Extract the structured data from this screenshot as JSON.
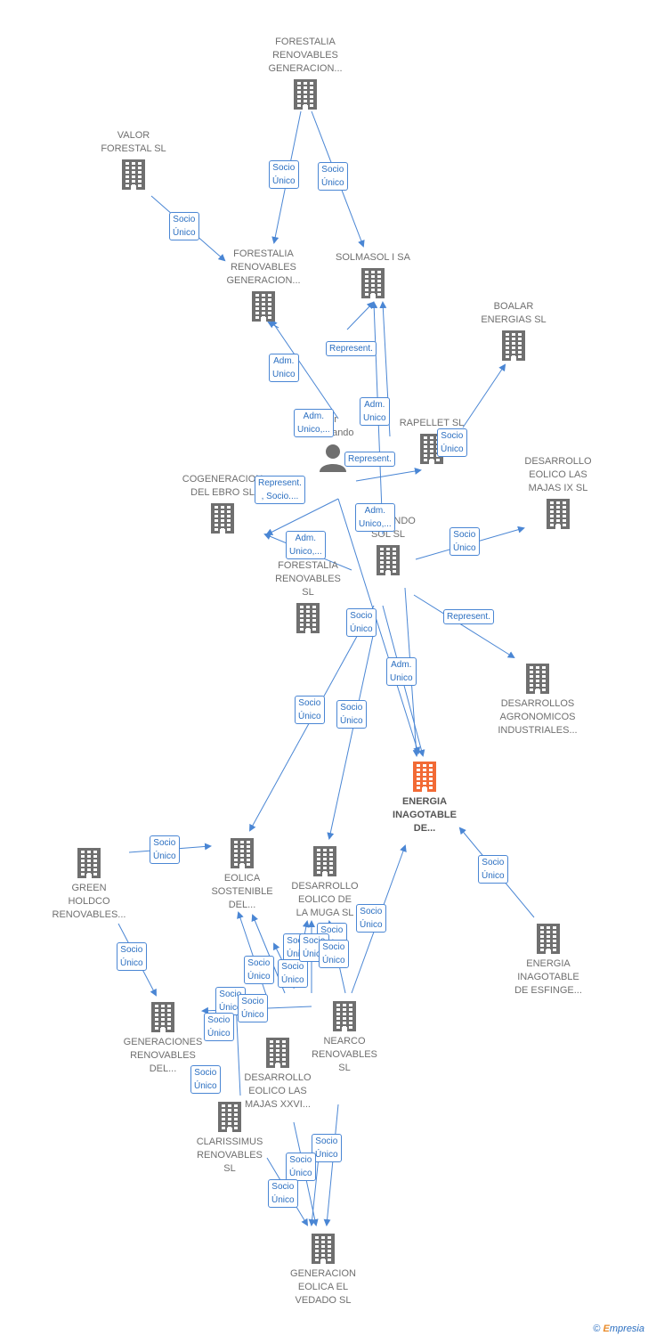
{
  "nodes": [
    {
      "id": "forestalia_top",
      "label": "FORESTALIA\nRENOVABLES\nGENERACION...",
      "kind": "company"
    },
    {
      "id": "valor_forestal",
      "label": "VALOR\nFORESTAL SL",
      "kind": "company"
    },
    {
      "id": "forestalia_gen2",
      "label": "FORESTALIA\nRENOVABLES\nGENERACION...",
      "kind": "company"
    },
    {
      "id": "solmasol",
      "label": "SOLMASOL I SA",
      "kind": "company"
    },
    {
      "id": "boalar",
      "label": "BOALAR\nENERGIAS  SL",
      "kind": "company"
    },
    {
      "id": "person",
      "label": "er\nFernando",
      "kind": "person"
    },
    {
      "id": "rapellet",
      "label": "RAPELLET  SL",
      "kind": "company"
    },
    {
      "id": "desarrollo_majas_ix",
      "label": "DESARROLLO\nEOLICO LAS\nMAJAS IX  SL",
      "kind": "company"
    },
    {
      "id": "cogeneracion",
      "label": "COGENERACION\nDEL EBRO  SL",
      "kind": "company"
    },
    {
      "id": "fernando_sol",
      "label": "FERNANDO\nSOL SL",
      "kind": "company"
    },
    {
      "id": "forestalia_renov",
      "label": "FORESTALIA\nRENOVABLES\nSL",
      "kind": "company"
    },
    {
      "id": "desarrollos_agro",
      "label": "DESARROLLOS\nAGRONOMICOS\nINDUSTRIALES...",
      "kind": "company"
    },
    {
      "id": "energia_inagotable",
      "label": "ENERGIA\nINAGOTABLE\nDE...",
      "kind": "main"
    },
    {
      "id": "green_holdco",
      "label": "GREEN\nHOLDCO\nRENOVABLES...",
      "kind": "company"
    },
    {
      "id": "eolica_sostenible",
      "label": "EOLICA\nSOSTENIBLE\nDEL...",
      "kind": "company"
    },
    {
      "id": "desarrollo_muga",
      "label": "DESARROLLO\nEOLICO DE\nLA MUGA SL",
      "kind": "company"
    },
    {
      "id": "energia_esfinge",
      "label": "ENERGIA\nINAGOTABLE\nDE ESFINGE...",
      "kind": "company"
    },
    {
      "id": "generaciones_renov",
      "label": "GENERACIONES\nRENOVABLES\nDEL...",
      "kind": "company"
    },
    {
      "id": "nearco",
      "label": "NEARCO\nRENOVABLES\nSL",
      "kind": "company"
    },
    {
      "id": "desarrollo_majas_xxvi",
      "label": "DESARROLLO\nEOLICO LAS\nMAJAS XXVI...",
      "kind": "company"
    },
    {
      "id": "clarissimus",
      "label": "CLARISSIMUS\nRENOVABLES\nSL",
      "kind": "company"
    },
    {
      "id": "generacion_vedado",
      "label": "GENERACION\nEOLICA EL\nVEDADO SL",
      "kind": "company"
    }
  ],
  "edge_labels": [
    "Socio\nÚnico",
    "Socio\nÚnico",
    "Socio\nÚnico",
    "Adm.\nUnico",
    "Represent.",
    "Adm.\nUnico,...",
    "Adm.\nUnico",
    "Socio\nÚnico",
    "Represent.",
    "Represent.\n, Socio....",
    "Adm.\nUnico,...",
    "Adm.\nUnico,...",
    "Socio\nÚnico",
    "Represent.",
    "Socio\nÚnico",
    "Adm.\nUnico",
    "Socio\nÚnico",
    "Socio\nÚnico",
    "Socio\nÚnico",
    "Socio\nÚnico",
    "Socio\nÚnico",
    "Socio\nÚnico",
    "Socio\nÚnico",
    "Socio\nÚnico",
    "Socio\nÚnico",
    "Socio\nÚnico",
    "Socio\nÚnico",
    "Socio\nÚnico",
    "Socio\nÚnico",
    "Socio\nÚnico",
    "Socio\nÚnico",
    "Socio\nÚnico",
    "Socio\nÚnico",
    "Socio\nÚnico",
    "Socio\nÚnico"
  ],
  "colors": {
    "edge": "#4a86d4",
    "building": "#6f6f6f",
    "main_building": "#f26a35"
  },
  "footer": {
    "copyright": "©",
    "brand_e": "E",
    "brand_rest": "mpresia"
  }
}
